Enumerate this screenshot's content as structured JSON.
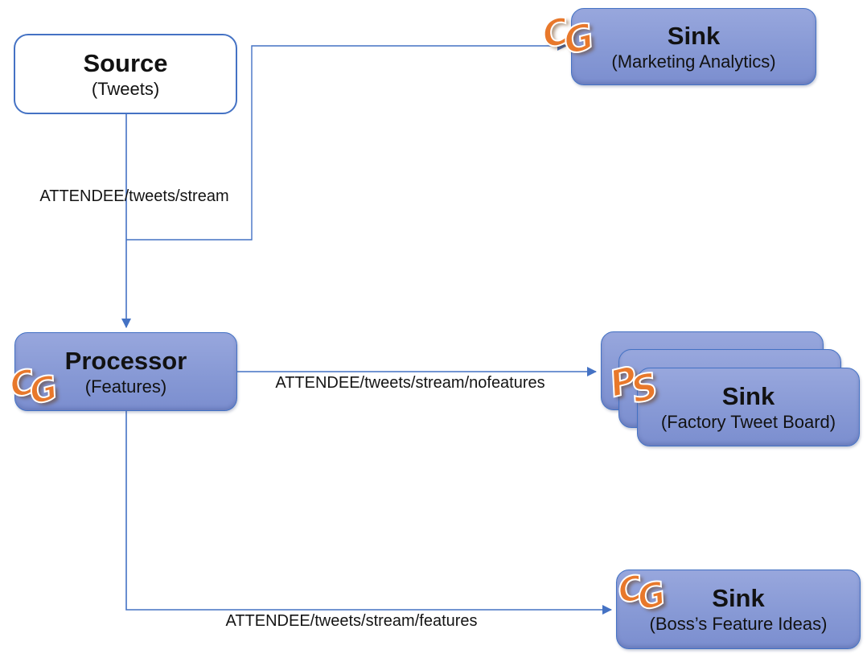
{
  "nodes": {
    "source": {
      "title": "Source",
      "subtitle": "(Tweets)"
    },
    "sink_marketing": {
      "title": "Sink",
      "subtitle": "(Marketing Analytics)",
      "logo": {
        "a": "C",
        "b": "G"
      }
    },
    "processor": {
      "title": "Processor",
      "subtitle": "(Features)",
      "logo": {
        "a": "C",
        "b": "G"
      }
    },
    "sink_factory": {
      "title": "Sink",
      "subtitle": "(Factory Tweet Board)",
      "logo": {
        "a": "P",
        "b": "S"
      }
    },
    "sink_boss": {
      "title": "Sink",
      "subtitle": "(Boss’s Feature Ideas)",
      "logo": {
        "a": "C",
        "b": "G"
      }
    }
  },
  "edges": [
    {
      "from": "source",
      "to": "processor, sink_marketing",
      "label": "ATTENDEE/tweets/stream"
    },
    {
      "from": "processor",
      "to": "sink_factory",
      "label": "ATTENDEE/tweets/stream/nofeatures"
    },
    {
      "from": "processor",
      "to": "sink_boss",
      "label": "ATTENDEE/tweets/stream/features"
    }
  ],
  "colors": {
    "node_border": "#4472c4",
    "connector": "#4472c4",
    "node_fill_top": "#98a7dd",
    "node_fill_bottom": "#7b8ecf",
    "source_fill": "#ffffff",
    "logo_orange": "#e8782b",
    "text": "#141414"
  }
}
